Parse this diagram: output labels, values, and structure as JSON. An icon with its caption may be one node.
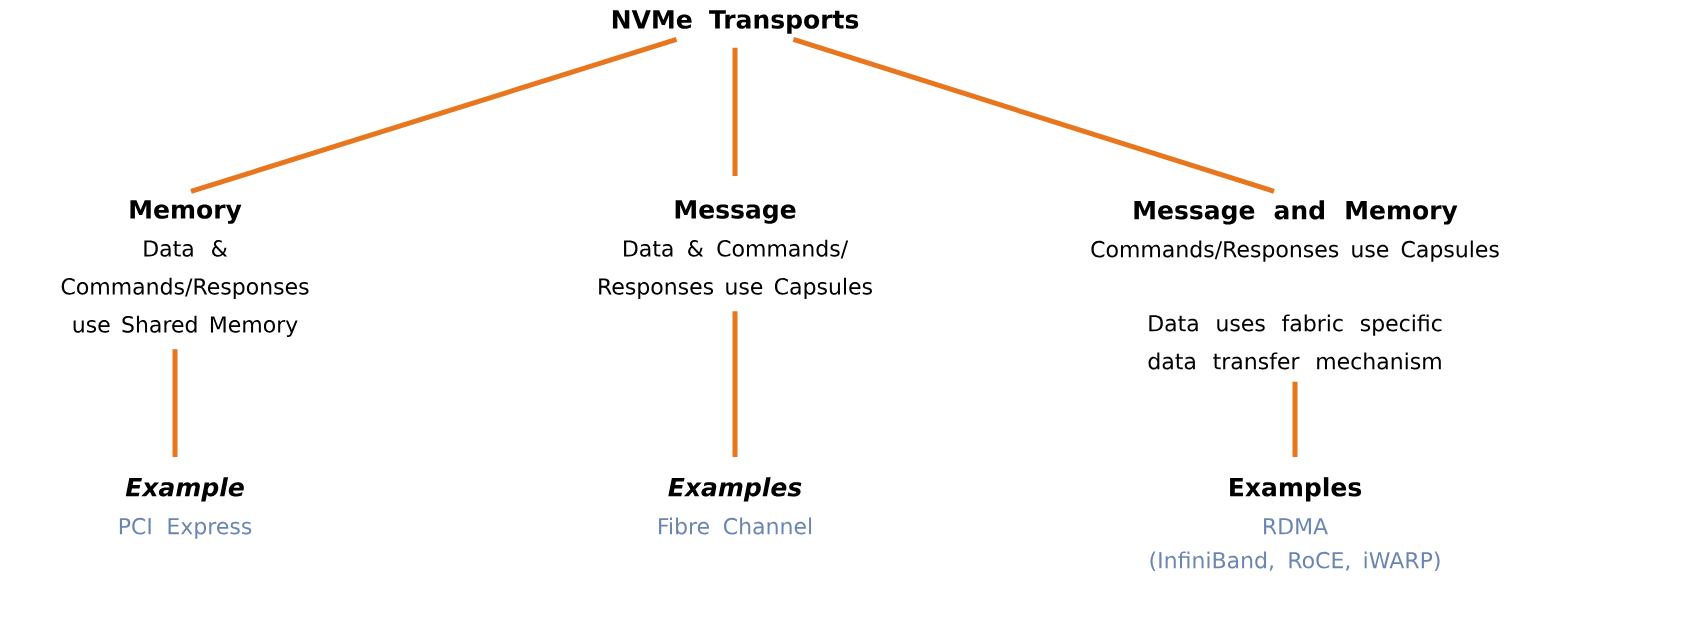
{
  "diagram": {
    "nodes": [
      {
        "text": [
          "NVMe Transports"
        ]
      },
      {
        "text": [
          "Memory",
          "Data & Commands/Responses use Shared Memory"
        ]
      },
      {
        "text": [
          "Message",
          "Data & Commands/ Responses use Capsules"
        ]
      },
      {
        "text": [
          "Message and Memory",
          "Commands/Responses use Capsules",
          "Data uses fabric specific data transfer mechanism"
        ]
      },
      {
        "text": [
          "Example",
          "PCI Express"
        ]
      },
      {
        "text": [
          "Examples",
          "Fibre Channel"
        ]
      },
      {
        "text": [
          "Examples",
          "RDMA",
          "(InfiniBand, RoCE, iWARP)"
        ]
      }
    ],
    "edges": [
      {
        "from": 0,
        "to": 1,
        "arrow": "none"
      },
      {
        "from": 0,
        "to": 2,
        "arrow": "none"
      },
      {
        "from": 0,
        "to": 3,
        "arrow": "none"
      },
      {
        "from": 1,
        "to": 4,
        "arrow": "none"
      },
      {
        "from": 2,
        "to": 5,
        "arrow": "none"
      },
      {
        "from": 3,
        "to": 6,
        "arrow": "none"
      }
    ]
  }
}
